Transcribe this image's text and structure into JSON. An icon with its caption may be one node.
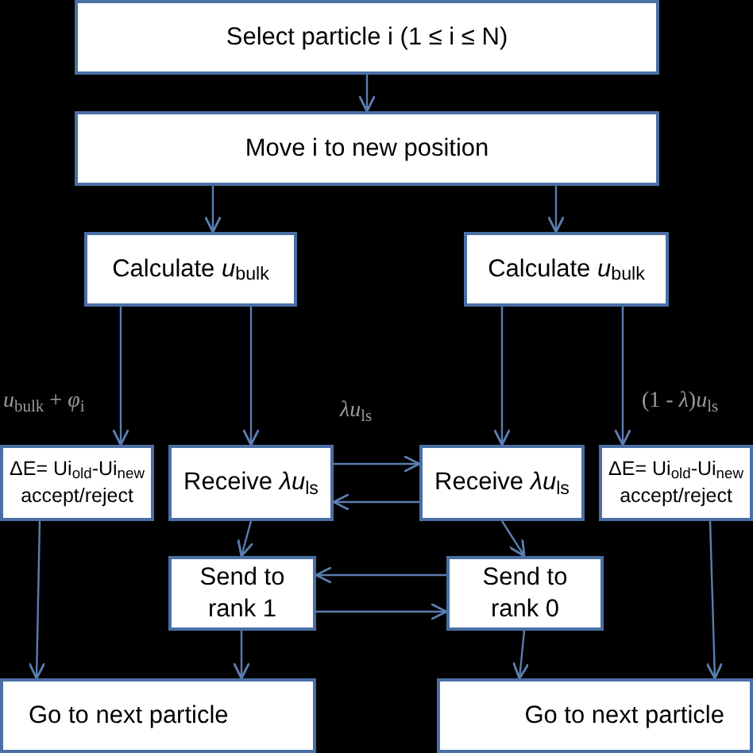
{
  "diagram": {
    "nodes": [
      {
        "text": [
          "Select particle i (1 ≤ i ≤ N)"
        ]
      },
      {
        "text": [
          "Move i to new position"
        ]
      },
      {
        "text": [
          "Calculate *u*$_{bulk}$"
        ]
      },
      {
        "text": [
          "Calculate *u*$_{bulk}$"
        ]
      },
      {
        "text": [
          "ΔE= Ui$_{old}$-Ui$_{new}$ accept/reject"
        ]
      },
      {
        "text": [
          "Receive *λu*$_{ls}$"
        ]
      },
      {
        "text": [
          "Receive *λu*$_{ls}$"
        ]
      },
      {
        "text": [
          "ΔE= Ui$_{old}$-Ui$_{new}$ accept/reject"
        ]
      },
      {
        "text": [
          "Send to rank 1"
        ]
      },
      {
        "text": [
          "Send to rank 0"
        ]
      },
      {
        "text": [
          "Go to next particle"
        ]
      },
      {
        "text": [
          "Go to next particle"
        ]
      }
    ],
    "edges": [
      {
        "from": 0,
        "to": 1,
        "arrow": "to"
      },
      {
        "from": 1,
        "to": 2,
        "arrow": "to"
      },
      {
        "from": 1,
        "to": 3,
        "arrow": "to"
      },
      {
        "from": 2,
        "to": 4,
        "arrow": "to"
      },
      {
        "from": 2,
        "to": 5,
        "arrow": "to"
      },
      {
        "from": 3,
        "to": 6,
        "arrow": "to"
      },
      {
        "from": 3,
        "to": 7,
        "arrow": "to"
      },
      {
        "from": 5,
        "to": 6,
        "arrow": "to"
      },
      {
        "from": 6,
        "to": 5,
        "arrow": "to"
      },
      {
        "from": 5,
        "to": 8,
        "arrow": "to"
      },
      {
        "from": 6,
        "to": 9,
        "arrow": "to"
      },
      {
        "from": 9,
        "to": 8,
        "arrow": "to"
      },
      {
        "from": 8,
        "to": 9,
        "arrow": "to"
      },
      {
        "from": 4,
        "to": 10,
        "arrow": "to"
      },
      {
        "from": 8,
        "to": 10,
        "arrow": "to"
      },
      {
        "from": 9,
        "to": 11,
        "arrow": "to"
      },
      {
        "from": 7,
        "to": 11,
        "arrow": "to"
      }
    ],
    "labels": [
      "*u*$_{bulk}$ + *φ*$_{i}$",
      "*λu*$_{ls}$",
      "(1 - *λ*)*u*$_{ls}$"
    ]
  }
}
